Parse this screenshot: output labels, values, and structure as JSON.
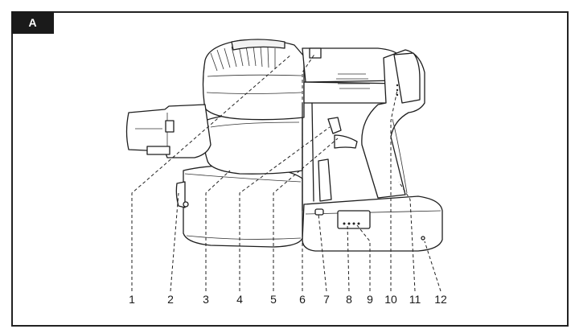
{
  "figure": {
    "panel_label": "A",
    "callouts": [
      "1",
      "2",
      "3",
      "4",
      "5",
      "6",
      "7",
      "8",
      "9",
      "10",
      "11",
      "12"
    ]
  }
}
